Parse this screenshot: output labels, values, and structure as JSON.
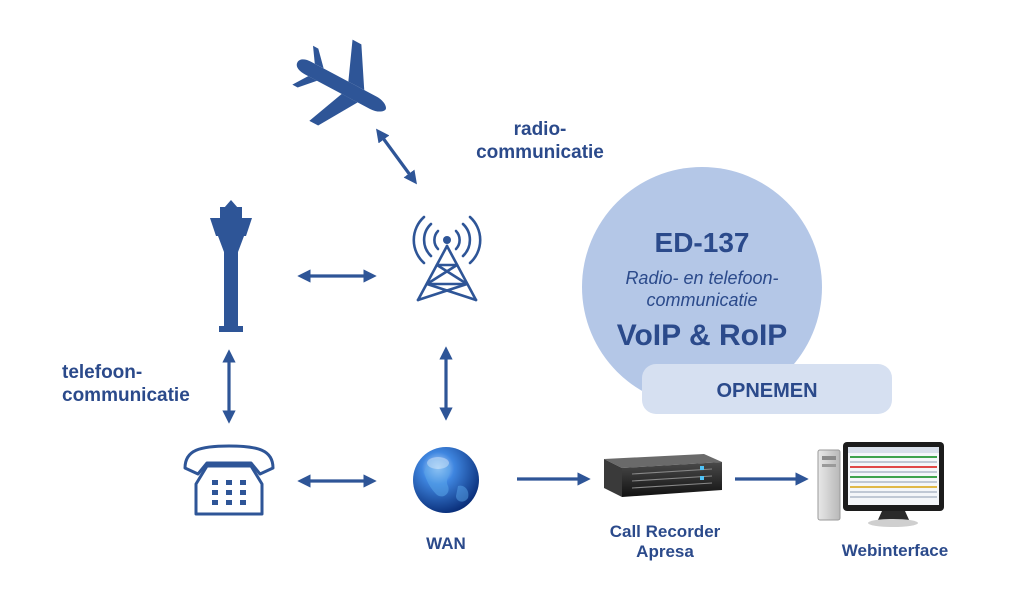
{
  "colors": {
    "primary": "#2e5597",
    "text": "#2b4a8b",
    "bubble": "#b4c7e7",
    "pill": "#d6e0f1"
  },
  "icons": {
    "aircraft": "airplane-icon",
    "control_tower": "control-tower-icon",
    "antenna": "radio-tower-icon",
    "telephone": "telephone-icon",
    "network": "globe-icon",
    "recorder": "rack-server-icon",
    "workstation": "computer-monitor-icon"
  },
  "labels": {
    "radio_line1": "radio-",
    "radio_line2": "communicatie",
    "telephone_line1": "telefoon-",
    "telephone_line2": "communicatie",
    "wan": "WAN",
    "recorder_line1": "Call Recorder",
    "recorder_line2": "Apresa",
    "webinterface": "Webinterface"
  },
  "bubble": {
    "title": "ED-137",
    "subtitle_line1": "Radio- en telefoon-",
    "subtitle_line2": "communicatie",
    "protocols": "VoIP & RoIP",
    "record_label": "OPNEMEN"
  }
}
